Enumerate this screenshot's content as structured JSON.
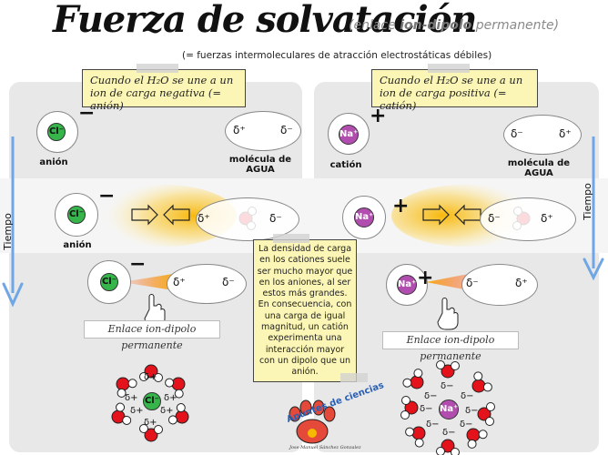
{
  "header": {
    "title": "Fuerza de solvatación",
    "subtitle_pre": "(enlace ",
    "subtitle_bold": "ion-dipolo",
    "subtitle_post": " permanente)",
    "subline": "(= fuerzas intermoleculares de atracción electrostáticas débiles)"
  },
  "left_note": "Cuando el H₂O se une a un ion de carga negativa (= anión)",
  "right_note": "Cuando el H₂O se une a un ion de carga positiva (= catión)",
  "left": {
    "ion_symbol": "Cl⁻",
    "charge": "−",
    "ion_label": "anión",
    "water_label": "molécula de AGUA",
    "water_deltas": [
      "δ⁺",
      "δ⁻"
    ],
    "caption": "Enlace ion-dipolo permanente"
  },
  "right": {
    "ion_symbol": "Na⁺",
    "charge": "+",
    "ion_label": "catión",
    "water_label": "molécula de AGUA",
    "water_deltas": [
      "δ⁻",
      "δ⁺"
    ],
    "caption": "Enlace ion-dipolo permanente"
  },
  "time_label": "Tiempo",
  "center_note": "La densidad de carga en los cationes suele ser mucho mayor que en los aniones, al ser estos más grandes. En consecuencia, con una carga de igual magnitud, un catión experimenta una interacción mayor con un dipolo que un anión.",
  "solvation_left_delta": "δ+",
  "solvation_right_delta": "δ−",
  "logo": {
    "text": "Apuntes de ciencias",
    "signature": "Jose Manuel Sánchez Gonzalez"
  },
  "colors": {
    "chloride": "#35b54a",
    "sodium": "#b24db0",
    "oxygen": "#e3121b",
    "note_yellow": "#fbf6b5",
    "panel_gray": "#e8e8e8",
    "arrow_blue": "#6fa6e6",
    "glow": "#f7b500"
  }
}
